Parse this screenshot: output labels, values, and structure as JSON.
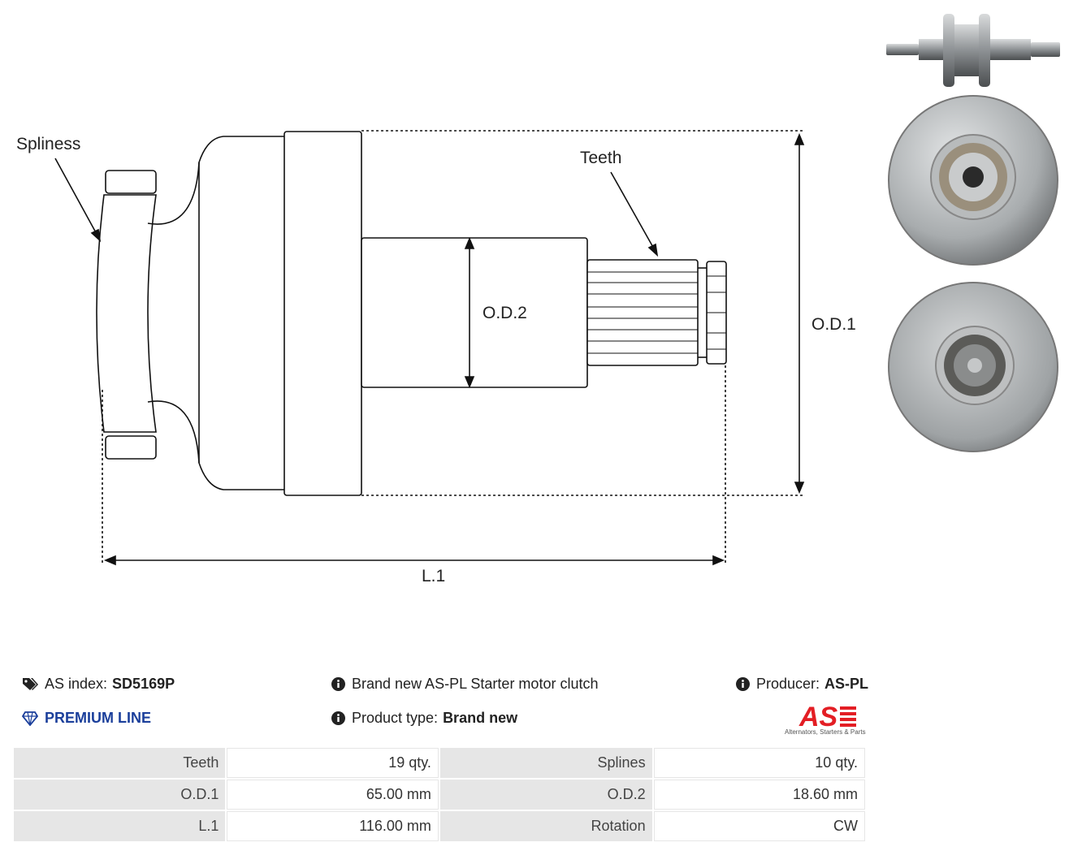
{
  "diagram": {
    "labels": {
      "spliness": "Spliness",
      "teeth": "Teeth",
      "od2": "O.D.2",
      "od1": "O.D.1",
      "l1": "L.1"
    }
  },
  "info": {
    "as_index_label": "AS index:",
    "as_index_value": "SD5169P",
    "premium_label": "PREMIUM LINE",
    "description": "Brand new AS-PL Starter motor clutch",
    "product_type_label": "Product type:",
    "product_type_value": "Brand new",
    "producer_label": "Producer:",
    "producer_value": "AS-PL"
  },
  "logo": {
    "mark": "AS",
    "tagline": "Alternators, Starters & Parts",
    "color": "#e31e24"
  },
  "specs": [
    [
      {
        "label": "Teeth",
        "value": "19 qty."
      },
      {
        "label": "Splines",
        "value": "10 qty."
      }
    ],
    [
      {
        "label": "O.D.1",
        "value": "65.00 mm"
      },
      {
        "label": "O.D.2",
        "value": "18.60 mm"
      }
    ],
    [
      {
        "label": "L.1",
        "value": "116.00 mm"
      },
      {
        "label": "Rotation",
        "value": "CW"
      }
    ]
  ]
}
